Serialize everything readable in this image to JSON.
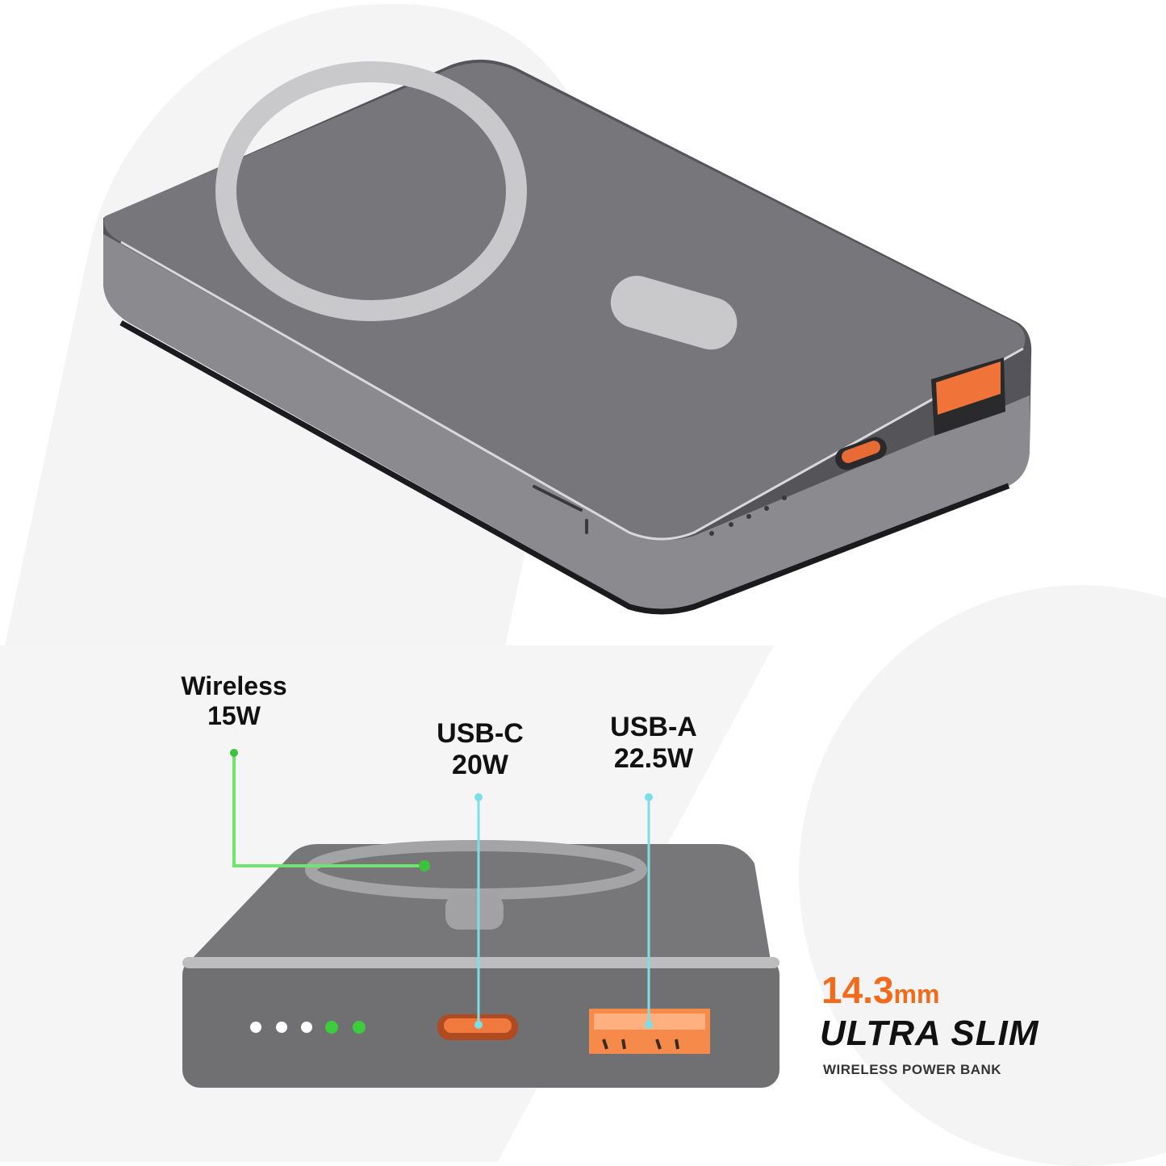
{
  "product": {
    "name": "Wireless Power Bank",
    "top_view_ports": [
      "USB-C",
      "USB-A"
    ],
    "led_indicator_count": 5
  },
  "callouts": [
    {
      "id": "wireless",
      "title": "Wireless",
      "value": "15W",
      "line_color": "#5fdd5f"
    },
    {
      "id": "usb-c",
      "title": "USB-C",
      "value": "20W",
      "line_color": "#7fdde8"
    },
    {
      "id": "usb-a",
      "title": "USB-A",
      "value": "22.5W",
      "line_color": "#7fdde8"
    }
  ],
  "spec": {
    "thickness_value": "14.3",
    "thickness_unit": "mm",
    "headline": "ULTRA SLIM",
    "subheadline": "WIRELESS POWER BANK"
  },
  "front_leds": [
    {
      "state": "white"
    },
    {
      "state": "white"
    },
    {
      "state": "white"
    },
    {
      "state": "green"
    },
    {
      "state": "green"
    }
  ],
  "colors": {
    "accent_orange": "#f26a1b",
    "port_orange": "#f58a4a",
    "body_gray": "#7a7a7e",
    "ring_light": "#c9c9cb",
    "led_green": "#3ccc3c"
  }
}
